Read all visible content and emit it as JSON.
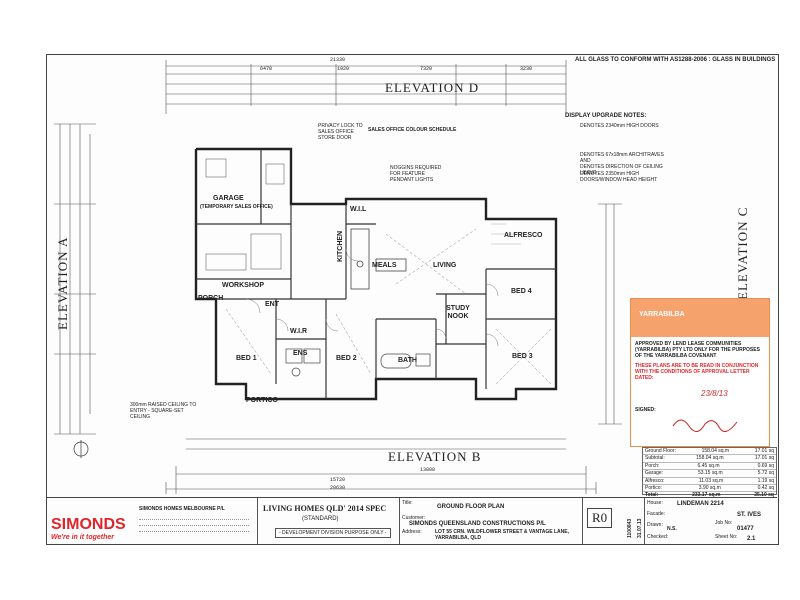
{
  "header": {
    "glass_note": "ALL GLASS TO CONFORM WITH AS1288-2006 : GLASS IN BUILDINGS"
  },
  "elevations": {
    "a": "ELEVATION A",
    "b": "ELEVATION B",
    "c": "ELEVATION C",
    "d": "ELEVATION D"
  },
  "rooms": {
    "garage": "GARAGE",
    "garage_sub": "(TEMPORARY SALES OFFICE)",
    "workshop": "WORKSHOP",
    "porch": "PORCH",
    "entry": "ENT",
    "bed1": "BED 1",
    "bed2": "BED 2",
    "bed3": "BED 3",
    "bed4": "BED 4",
    "wir": "W.I.R",
    "ens": "ENS",
    "bath": "BATH",
    "study": "STUDY NOOK",
    "meals": "MEALS",
    "living": "LIVING",
    "kitchen": "KITCHEN",
    "wil": "W.I.L",
    "alfresco": "ALFRESCO",
    "portico": "PORTICO"
  },
  "notes": {
    "display_title": "DISPLAY UPGRADE NOTES:",
    "display_lines": [
      "DENOTES 2340mm HIGH DOORS",
      "DENOTES 67x18mm ARCHITRAVES AND",
      "DENOTES DIRECTION OF CEILING LINING",
      "DENOTES 2350mm HIGH DOORS/WINDOW HEAD HEIGHT"
    ],
    "sales_office": "SALES OFFICE COLOUR SCHEDULE",
    "privacy_lock": "PRIVACY LOCK TO SALES OFFICE STORE DOOR",
    "nogging": "NOGGINS REQUIRED FOR FEATURE PENDANT LIGHTS",
    "ceiling": "300mm RAISED CEILING TO ENTRY - SQUARE-SET CEILING"
  },
  "dimensions": {
    "top_total": "21330",
    "top_segments": [
      "6470",
      "1920",
      "7320",
      "3230"
    ],
    "bottom_total": "20630",
    "bottom_mid": "15720",
    "bottom_inner": "13800"
  },
  "stamp": {
    "brand": "YARRABILBA",
    "approved": "APPROVED BY LEND LEASE COMMUNITIES (YARRABILBA) PTY LTD ONLY FOR THE PURPOSES OF THE YARRABILBA COVENANT",
    "conjunction": "THESE PLANS ARE TO BE READ IN CONJUNCTION WITH THE CONDITIONS OF APPROVAL LETTER DATED:",
    "date": "23/8/13",
    "signed_label": "SIGNED:"
  },
  "areas": [
    {
      "label": "Ground Floor:",
      "m2": "158.04 sq.m",
      "sq": "17.01 sq"
    },
    {
      "label": "Subtotal:",
      "m2": "158.04 sq.m",
      "sq": "17.01 sq"
    },
    {
      "label": "Porch:",
      "m2": "6.45 sq.m",
      "sq": "0.69 sq"
    },
    {
      "label": "Garage:",
      "m2": "53.15 sq.m",
      "sq": "5.72 sq"
    },
    {
      "label": "Alfresco:",
      "m2": "11.03 sq.m",
      "sq": "1.19 sq"
    },
    {
      "label": "Portico:",
      "m2": "3.90 sq.m",
      "sq": "0.42 sq"
    },
    {
      "label": "Total:",
      "m2": "233.17 sq.m",
      "sq": "25.10 sq"
    }
  ],
  "title_block": {
    "company": "SIMONDS",
    "tagline": "We're in it together",
    "office": "SIMONDS HOMES MELBOURNE P/L",
    "project": "LIVING HOMES QLD' 2014 SPEC",
    "standard": "(STANDARD)",
    "purpose": "- DEVELOPMENT DIVISION PURPOSE ONLY -",
    "title_label": "Title:",
    "title": "GROUND FLOOR PLAN",
    "customer_label": "Customer:",
    "customer": "SIMONDS QUEENSLAND CONSTRUCTIONS P/L",
    "address_label": "Address:",
    "address": "LOT 55 CRN. WILDFLOWER STREET & VANTAGE LANE, YARRABILBA, QLD",
    "revision": "R0",
    "job_ref": "1100843",
    "date": "31.07.13",
    "house_label": "House:",
    "house": "LINDEMAN 2214",
    "facade_label": "Facade:",
    "facade": "ST. IVES",
    "drawn_label": "Drawn:",
    "drawn": "N.S.",
    "job_no_label": "Job No:",
    "job_no": "01477",
    "checked_label": "Checked:",
    "sheet_label": "Sheet No:",
    "sheet": "2.1"
  }
}
